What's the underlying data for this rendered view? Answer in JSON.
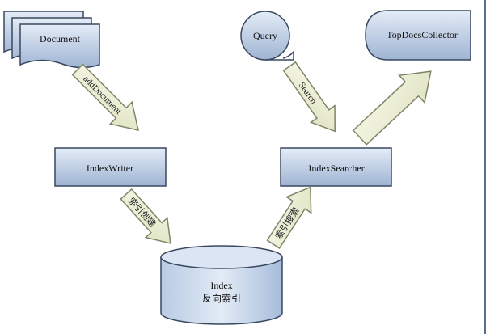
{
  "nodes": {
    "document": "Document",
    "query": "Query",
    "topdocs": "TopDocsCollector",
    "indexwriter": "IndexWriter",
    "indexsearcher": "IndexSearcher",
    "index_title": "Index",
    "index_subtitle": "反向索引"
  },
  "edges": {
    "add_document": "addDocument",
    "search": "Search",
    "index_create": "索引创建",
    "index_search": "索引搜索"
  },
  "colors": {
    "box_fill_top": "#e4ecf7",
    "box_fill_bottom": "#9fb4d3",
    "box_border": "#39485f",
    "arrow_fill": "#eef0d6",
    "arrow_border": "#7f8566"
  }
}
